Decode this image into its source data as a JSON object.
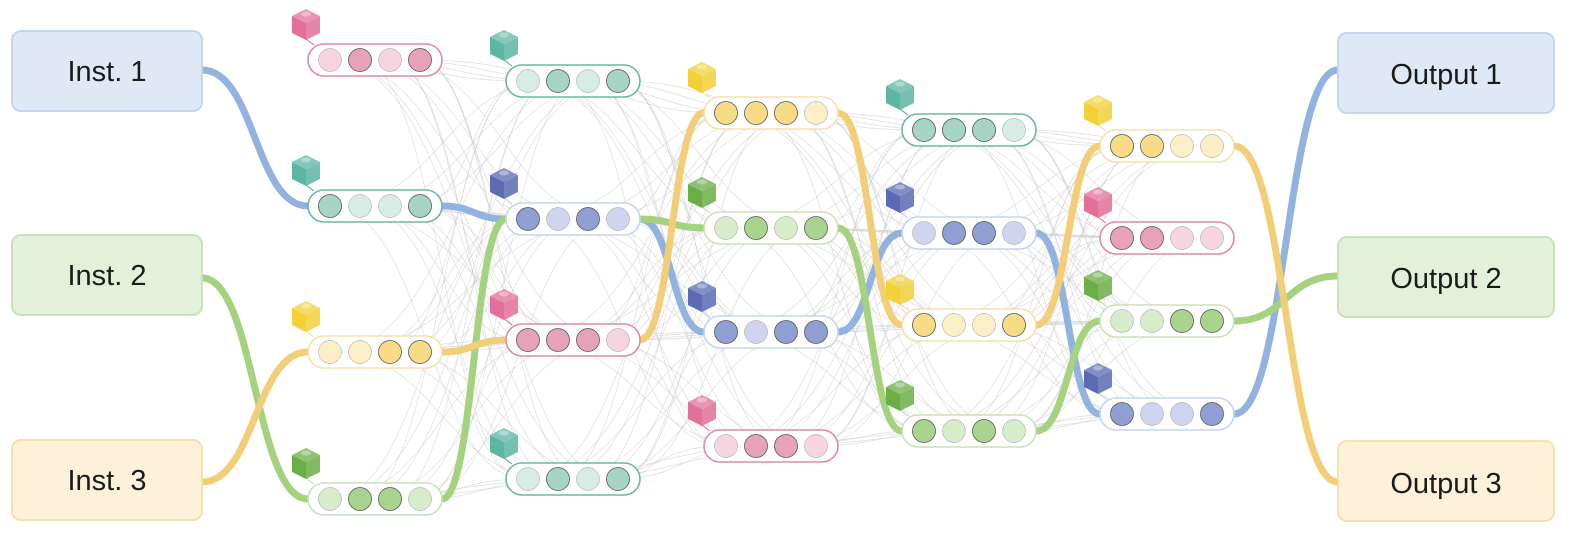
{
  "inputs": [
    {
      "label": "Inst. 1",
      "color": "blue"
    },
    {
      "label": "Inst. 2",
      "color": "green"
    },
    {
      "label": "Inst. 3",
      "color": "yellow"
    }
  ],
  "outputs": [
    {
      "label": "Output 1",
      "color": "blue"
    },
    {
      "label": "Output 2",
      "color": "green"
    },
    {
      "label": "Output 3",
      "color": "yellow"
    }
  ],
  "palette": {
    "blue": {
      "fill": "#dfe8f5",
      "border": "#c3d6ec",
      "path": "#92b3e0",
      "module": "#5a6bb3",
      "dot_on": "#8f9fd3",
      "dot_off": "#cfd5ee"
    },
    "green": {
      "fill": "#e3f0da",
      "border": "#c9e2b8",
      "path": "#a4d27e",
      "module": "#6cae46",
      "dot_on": "#a9d48e",
      "dot_off": "#d6eccb"
    },
    "yellow": {
      "fill": "#fdf1d9",
      "border": "#f7e0ad",
      "path": "#f3ce78",
      "module": "#f2d036",
      "dot_on": "#f7dc85",
      "dot_off": "#fcefc8"
    },
    "pink": {
      "fill": "#fbe3ec",
      "border": "#e08aa8",
      "path": "#e792b1",
      "module": "#e3709a",
      "dot_on": "#e7a1bb",
      "dot_off": "#f6d5e1"
    },
    "teal": {
      "fill": "#dff1ec",
      "border": "#6ab8a4",
      "path": "#8fcdbd",
      "module": "#5cb6a3",
      "dot_on": "#a6d4c6",
      "dot_off": "#d6ece5"
    }
  },
  "layers": [
    {
      "blocks": [
        {
          "color": "pink",
          "dots": [
            0,
            1,
            0,
            1
          ]
        },
        {
          "color": "teal",
          "dots": [
            1,
            0,
            0,
            1
          ]
        },
        {
          "color": "yellow",
          "dots": [
            0,
            0,
            1,
            1
          ]
        },
        {
          "color": "green",
          "dots": [
            0,
            1,
            1,
            0
          ]
        }
      ]
    },
    {
      "blocks": [
        {
          "color": "teal",
          "dots": [
            0,
            1,
            0,
            1
          ]
        },
        {
          "color": "blue",
          "dots": [
            1,
            0,
            1,
            0
          ]
        },
        {
          "color": "pink",
          "dots": [
            1,
            1,
            1,
            0
          ]
        },
        {
          "color": "teal",
          "dots": [
            0,
            1,
            0,
            1
          ]
        }
      ]
    },
    {
      "blocks": [
        {
          "color": "yellow",
          "dots": [
            1,
            1,
            1,
            0
          ]
        },
        {
          "color": "green",
          "dots": [
            0,
            1,
            0,
            1
          ]
        },
        {
          "color": "blue",
          "dots": [
            1,
            0,
            1,
            1
          ]
        },
        {
          "color": "pink",
          "dots": [
            0,
            1,
            1,
            0
          ]
        }
      ]
    },
    {
      "blocks": [
        {
          "color": "teal",
          "dots": [
            1,
            1,
            1,
            0
          ]
        },
        {
          "color": "blue",
          "dots": [
            0,
            1,
            1,
            0
          ]
        },
        {
          "color": "yellow",
          "dots": [
            1,
            0,
            0,
            1
          ]
        },
        {
          "color": "green",
          "dots": [
            1,
            0,
            1,
            0
          ]
        }
      ]
    },
    {
      "blocks": [
        {
          "color": "yellow",
          "dots": [
            1,
            1,
            0,
            0
          ]
        },
        {
          "color": "pink",
          "dots": [
            1,
            1,
            0,
            0
          ]
        },
        {
          "color": "green",
          "dots": [
            0,
            0,
            1,
            1
          ]
        },
        {
          "color": "blue",
          "dots": [
            1,
            0,
            0,
            1
          ]
        }
      ]
    }
  ]
}
